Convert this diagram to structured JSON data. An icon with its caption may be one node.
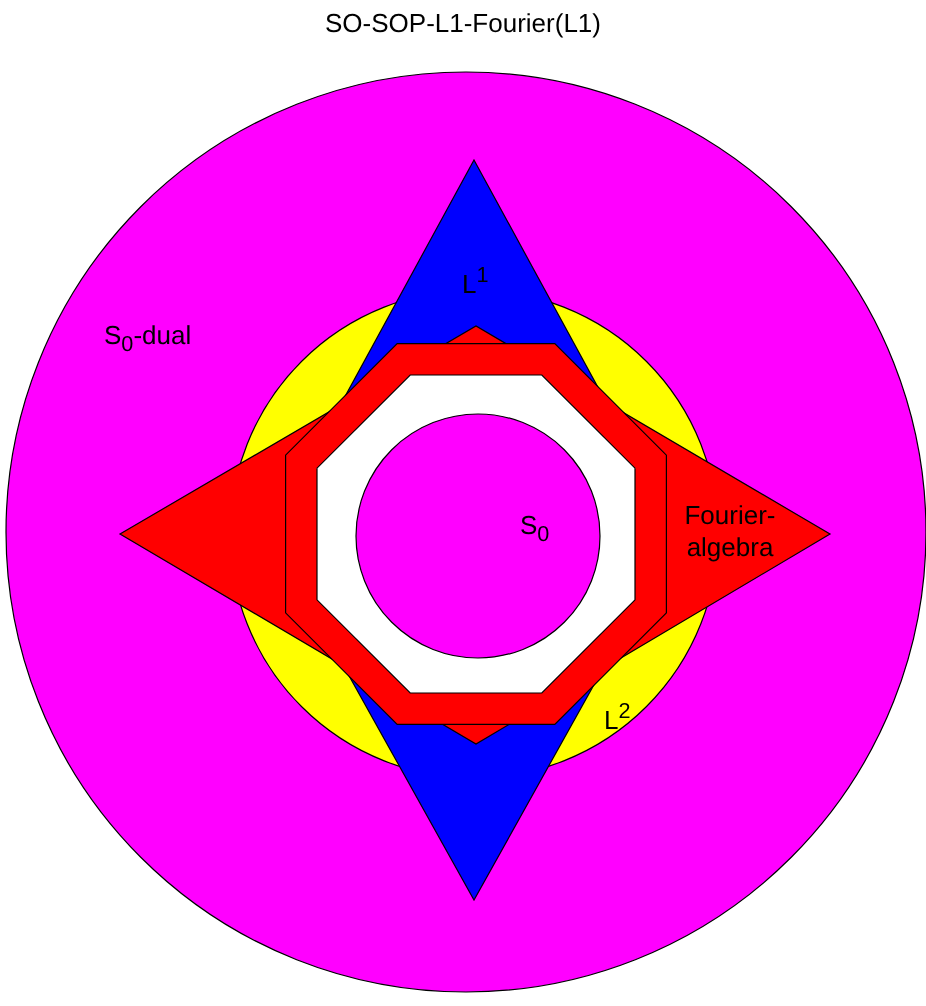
{
  "diagram": {
    "title": "SO-SOP-L1-Fourier(L1)",
    "nodes": [
      {
        "text": [
          "S$_{0}$-dual"
        ]
      },
      {
        "text": [
          "L$^{2}$"
        ],
        "in": 0
      },
      {
        "text": [
          "L$^{1}$"
        ],
        "in": 0
      },
      {
        "text": [
          "Fourier-algebra"
        ],
        "in": 0
      },
      {
        "text": [],
        "shape": "octagon",
        "in": 1
      },
      {
        "text": [
          "S$_{0}$"
        ],
        "in": 4
      }
    ]
  }
}
